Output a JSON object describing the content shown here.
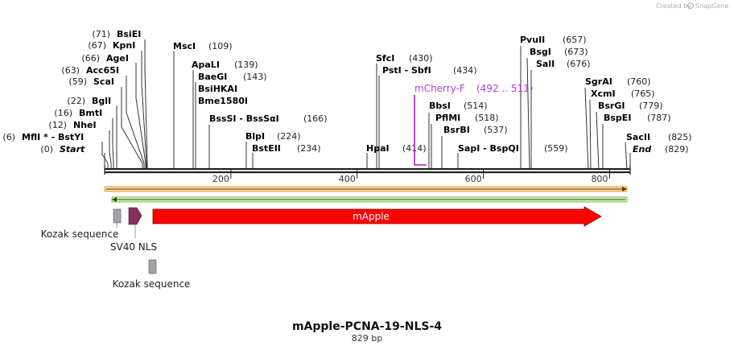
{
  "credit": {
    "text": "Created by",
    "brand": "SnapGene"
  },
  "sequence": {
    "name": "mApple-PCNA-19-NLS-4",
    "length_label": "829 bp"
  },
  "ticks": [
    {
      "label": "200",
      "bp": 200
    },
    {
      "label": "400",
      "bp": 400
    },
    {
      "label": "600",
      "bp": 600
    },
    {
      "label": "800",
      "bp": 800
    }
  ],
  "sites": [
    {
      "name": "BsiEI",
      "pos": "(71)"
    },
    {
      "name": "KpnI",
      "pos": "(67)"
    },
    {
      "name": "AgeI",
      "pos": "(66)"
    },
    {
      "name": "Acc65I",
      "pos": "(63)"
    },
    {
      "name": "ScaI",
      "pos": "(59)"
    },
    {
      "name": "BglI",
      "pos": "(22)"
    },
    {
      "name": "BmtI",
      "pos": "(16)"
    },
    {
      "name": "NheI",
      "pos": "(12)"
    },
    {
      "name": "MflI * - BstYI",
      "pos": "(6)"
    },
    {
      "name": "Start",
      "pos": "(0)"
    },
    {
      "name": "MscI",
      "pos": "(109)"
    },
    {
      "name": "ApaLI",
      "pos": "(139)"
    },
    {
      "name": "BaeGI",
      "pos": "(143)"
    },
    {
      "name": "BsiHKAI",
      "pos": ""
    },
    {
      "name": "Bme1580I",
      "pos": ""
    },
    {
      "name": "BssSI  - BssSαI",
      "pos": "(166)"
    },
    {
      "name": "BlpI",
      "pos": "(224)"
    },
    {
      "name": "BstEII",
      "pos": "(234)"
    },
    {
      "name": "SfcI",
      "pos": "(430)"
    },
    {
      "name": "PstI  - SbfI",
      "pos": "(434)"
    },
    {
      "name": "HpaI",
      "pos": "(414)"
    },
    {
      "name": "BbsI",
      "pos": "(514)"
    },
    {
      "name": "PflMI",
      "pos": "(518)"
    },
    {
      "name": "BsrBI",
      "pos": "(537)"
    },
    {
      "name": "SapI  - BspQI",
      "pos": "(559)"
    },
    {
      "name": "PvuII",
      "pos": "(657)"
    },
    {
      "name": "BsgI",
      "pos": "(673)"
    },
    {
      "name": "SalI",
      "pos": "(676)"
    },
    {
      "name": "SgrAI",
      "pos": "(760)"
    },
    {
      "name": "XcmI",
      "pos": "(765)"
    },
    {
      "name": "BsrGI",
      "pos": "(779)"
    },
    {
      "name": "BspEI",
      "pos": "(787)"
    },
    {
      "name": "SacII",
      "pos": "(825)"
    },
    {
      "name": "End",
      "pos": "(829)"
    }
  ],
  "primer": {
    "name": "mCherry-F",
    "range": "(492 .. 511)"
  },
  "features": {
    "kozak_top": "Kozak sequence",
    "sv40": "SV40 NLS",
    "kozak_bottom": "Kozak sequence",
    "mapple": "mApple"
  },
  "colors": {
    "orf_orange": "#e8a23a",
    "orf_green": "#7ac043",
    "mapple": "#ff0000",
    "sv40": "#8b2f5a",
    "kozak": "#a0a4aa",
    "primer": "#a020c0"
  }
}
